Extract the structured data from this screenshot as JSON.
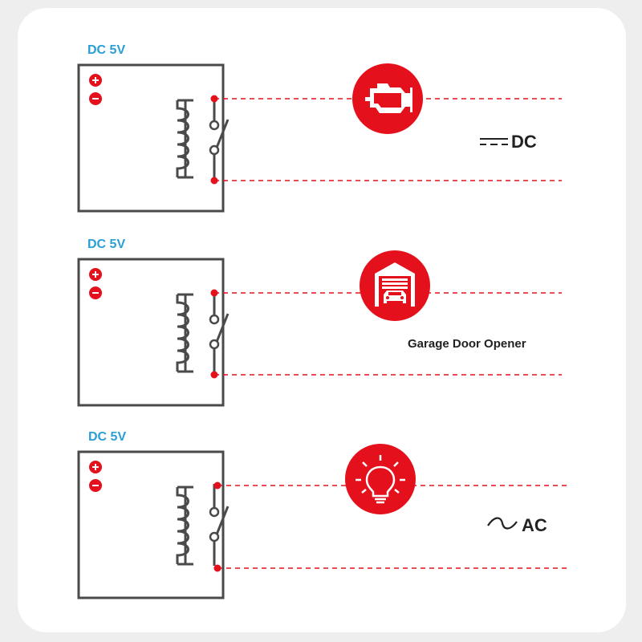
{
  "modules": [
    {
      "supply_label": "DC 5V",
      "load_label": "DC",
      "load_label_prefix": "dc-symbol",
      "load_icon": "engine-icon"
    },
    {
      "supply_label": "DC 5V",
      "load_label": "Garage Door Opener",
      "load_label_prefix": "",
      "load_icon": "garage-icon"
    },
    {
      "supply_label": "DC 5V",
      "load_label": "AC",
      "load_label_prefix": "ac-symbol",
      "load_icon": "bulb-icon"
    }
  ],
  "colors": {
    "accent_red": "#e4111c",
    "supply_blue": "#2a9fd6",
    "relay_stroke": "#4a4a4a",
    "background": "#eeeeee",
    "card": "#ffffff"
  }
}
